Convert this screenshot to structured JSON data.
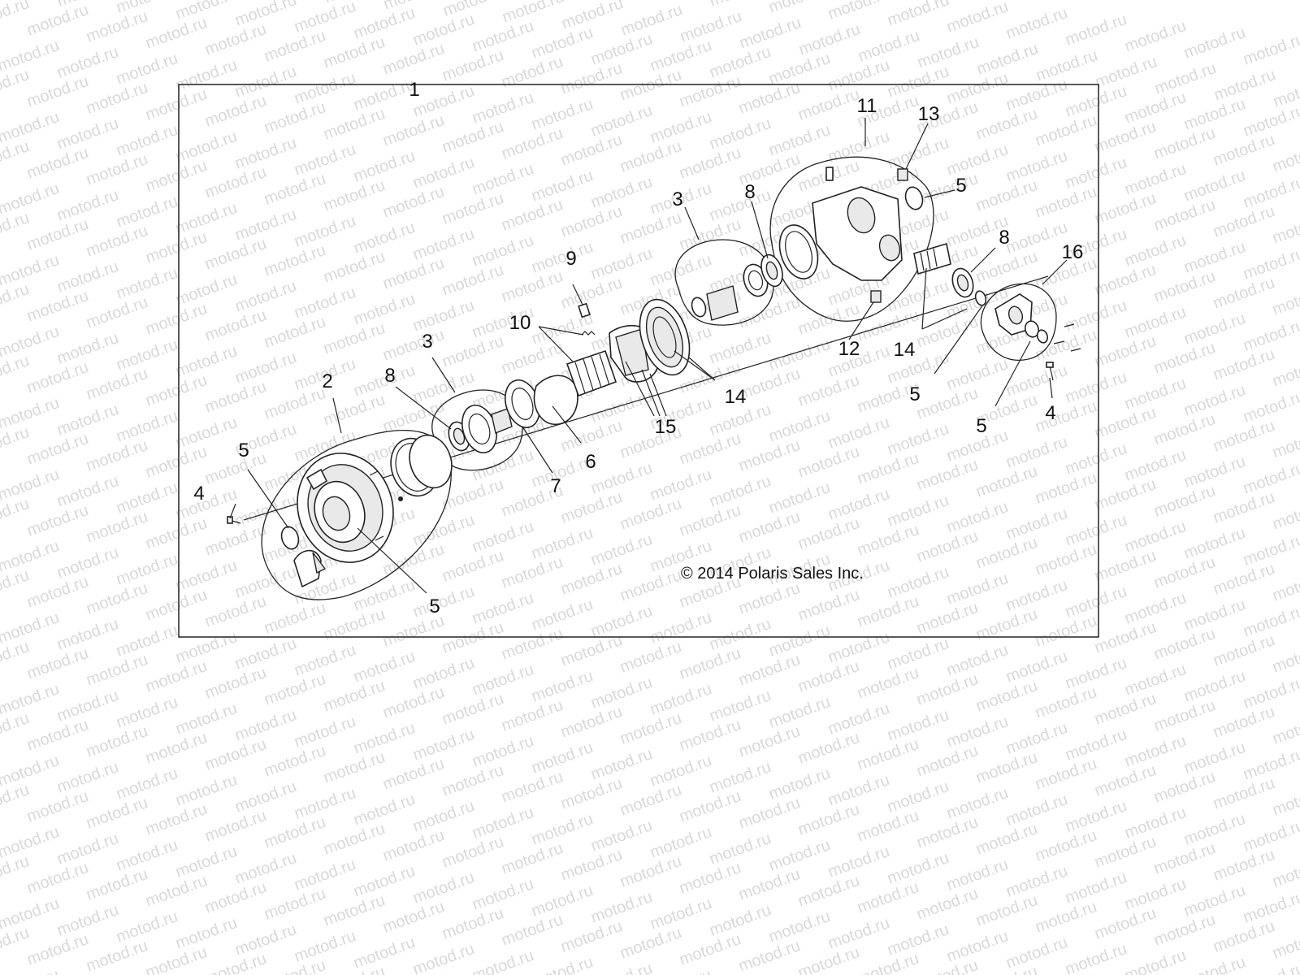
{
  "watermark": "motod.ru",
  "copyright": "© 2014 Polaris Sales Inc.",
  "callouts": {
    "c1": "1",
    "c2": "2",
    "c3a": "3",
    "c3b": "3",
    "c4a": "4",
    "c4b": "4",
    "c5a": "5",
    "c5b": "5",
    "c5c": "5",
    "c5d": "5",
    "c5e": "5",
    "c6": "6",
    "c7": "7",
    "c8a": "8",
    "c8b": "8",
    "c8c": "8",
    "c9": "9",
    "c10": "10",
    "c11": "11",
    "c12": "12",
    "c13": "13",
    "c14a": "14",
    "c14b": "14",
    "c15": "15",
    "c16": "16"
  }
}
